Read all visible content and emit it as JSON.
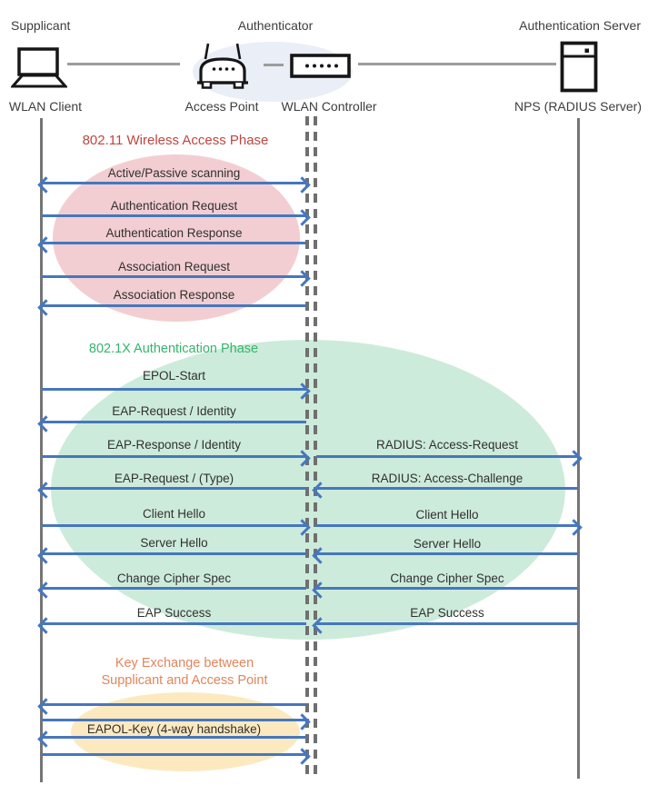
{
  "header": {
    "roles": {
      "supplicant": "Supplicant",
      "authenticator": "Authenticator",
      "auth_server": "Authentication Server"
    },
    "devices": {
      "wlan_client": "WLAN Client",
      "access_point": "Access Point",
      "wlan_controller": "WLAN Controller",
      "nps": "NPS (RADIUS Server)"
    }
  },
  "phases": {
    "phase80211": {
      "title": "802.11 Wireless Access Phase",
      "title_color": "#C04540",
      "ellipse_color": "#F2CED2"
    },
    "phase8021x": {
      "title": "802.1X Authentication Phase",
      "title_color": "#35B56B",
      "ellipse_color": "#CDEBDB"
    },
    "key_exchange": {
      "title_line1": "Key Exchange between",
      "title_line2": "Supplicant and Access Point",
      "title_color": "#E2855A",
      "ellipse_color": "#FCE9C0"
    }
  },
  "messages": {
    "left": [
      {
        "label": "Active/Passive scanning",
        "direction": "both"
      },
      {
        "label": "Authentication Request",
        "direction": "right"
      },
      {
        "label": "Authentication Response",
        "direction": "left"
      },
      {
        "label": "Association Request",
        "direction": "right"
      },
      {
        "label": "Association Response",
        "direction": "left"
      },
      {
        "label": "EPOL-Start",
        "direction": "right"
      },
      {
        "label": "EAP-Request / Identity",
        "direction": "left"
      },
      {
        "label": "EAP-Response / Identity",
        "direction": "right"
      },
      {
        "label": "EAP-Request / (Type)",
        "direction": "left"
      },
      {
        "label": "Client Hello",
        "direction": "right"
      },
      {
        "label": "Server Hello",
        "direction": "left"
      },
      {
        "label": "Change Cipher Spec",
        "direction": "left"
      },
      {
        "label": "EAP Success",
        "direction": "left"
      },
      {
        "label": "",
        "direction": "left"
      },
      {
        "label": "",
        "direction": "right"
      },
      {
        "label": "EAPOL-Key (4-way handshake)",
        "direction": "left"
      },
      {
        "label": "",
        "direction": "right"
      }
    ],
    "right": [
      {
        "label": "RADIUS: Access-Request",
        "direction": "right"
      },
      {
        "label": "RADIUS: Access-Challenge",
        "direction": "left"
      },
      {
        "label": "Client Hello",
        "direction": "right"
      },
      {
        "label": "Server Hello",
        "direction": "left"
      },
      {
        "label": "Change Cipher Spec",
        "direction": "left"
      },
      {
        "label": "EAP Success",
        "direction": "left"
      }
    ]
  },
  "colors": {
    "arrow": "#4677BE",
    "lifeline": "#757575",
    "dash": "#6F6F6F",
    "header_ellipse": "#EAEEF7"
  }
}
